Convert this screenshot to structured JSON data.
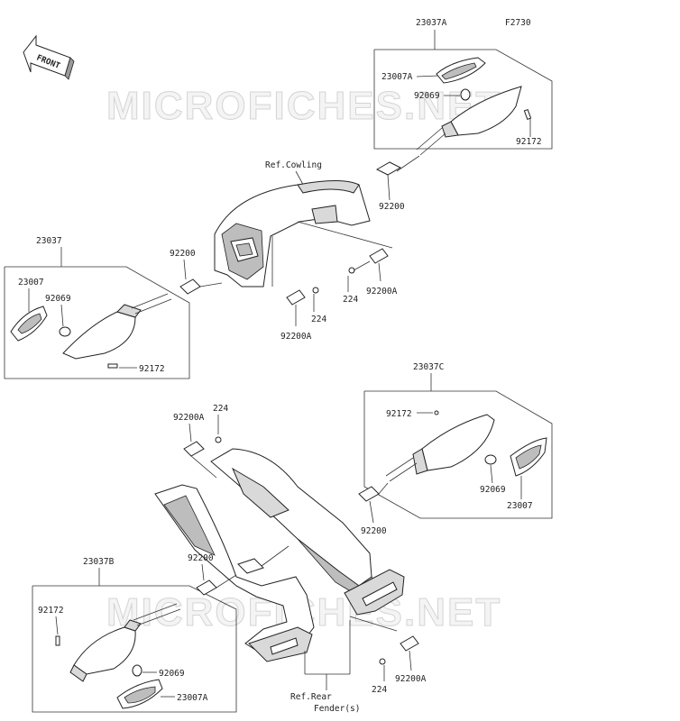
{
  "diagram_code": "F2730",
  "front_label": "FRONT",
  "watermark_top": "MICROFICHES.NET",
  "watermark_bottom": "MICROFICHES.NET",
  "labels": {
    "tr_assembly": "23037A",
    "tr_lens": "23007A",
    "tr_bulb": "92069",
    "tr_screw": "92172",
    "tr_gasket": "92200",
    "ref_cowling": "Ref.Cowling",
    "tl_assembly": "23037",
    "tl_lens": "23007",
    "tl_bulb": "92069",
    "tl_screw": "92172",
    "tl_gasket": "92200",
    "mid_bracket_a": "92200A",
    "mid_bolt_a": "224",
    "mid_bracket_b": "92200A",
    "mid_bolt_b": "224",
    "br_assembly": "23037C",
    "br_screw": "92172",
    "br_bulb": "92069",
    "br_lens": "23007",
    "br_gasket": "92200",
    "upper_bracket": "92200A",
    "upper_bolt": "224",
    "bl_assembly": "23037B",
    "bl_screw": "92172",
    "bl_bulb": "92069",
    "bl_lens": "23007A",
    "bl_gasket": "92200",
    "lower_bracket": "92200A",
    "lower_bolt": "224",
    "ref_rear_1": "Ref.Rear",
    "ref_rear_2": "Fender(s)"
  }
}
